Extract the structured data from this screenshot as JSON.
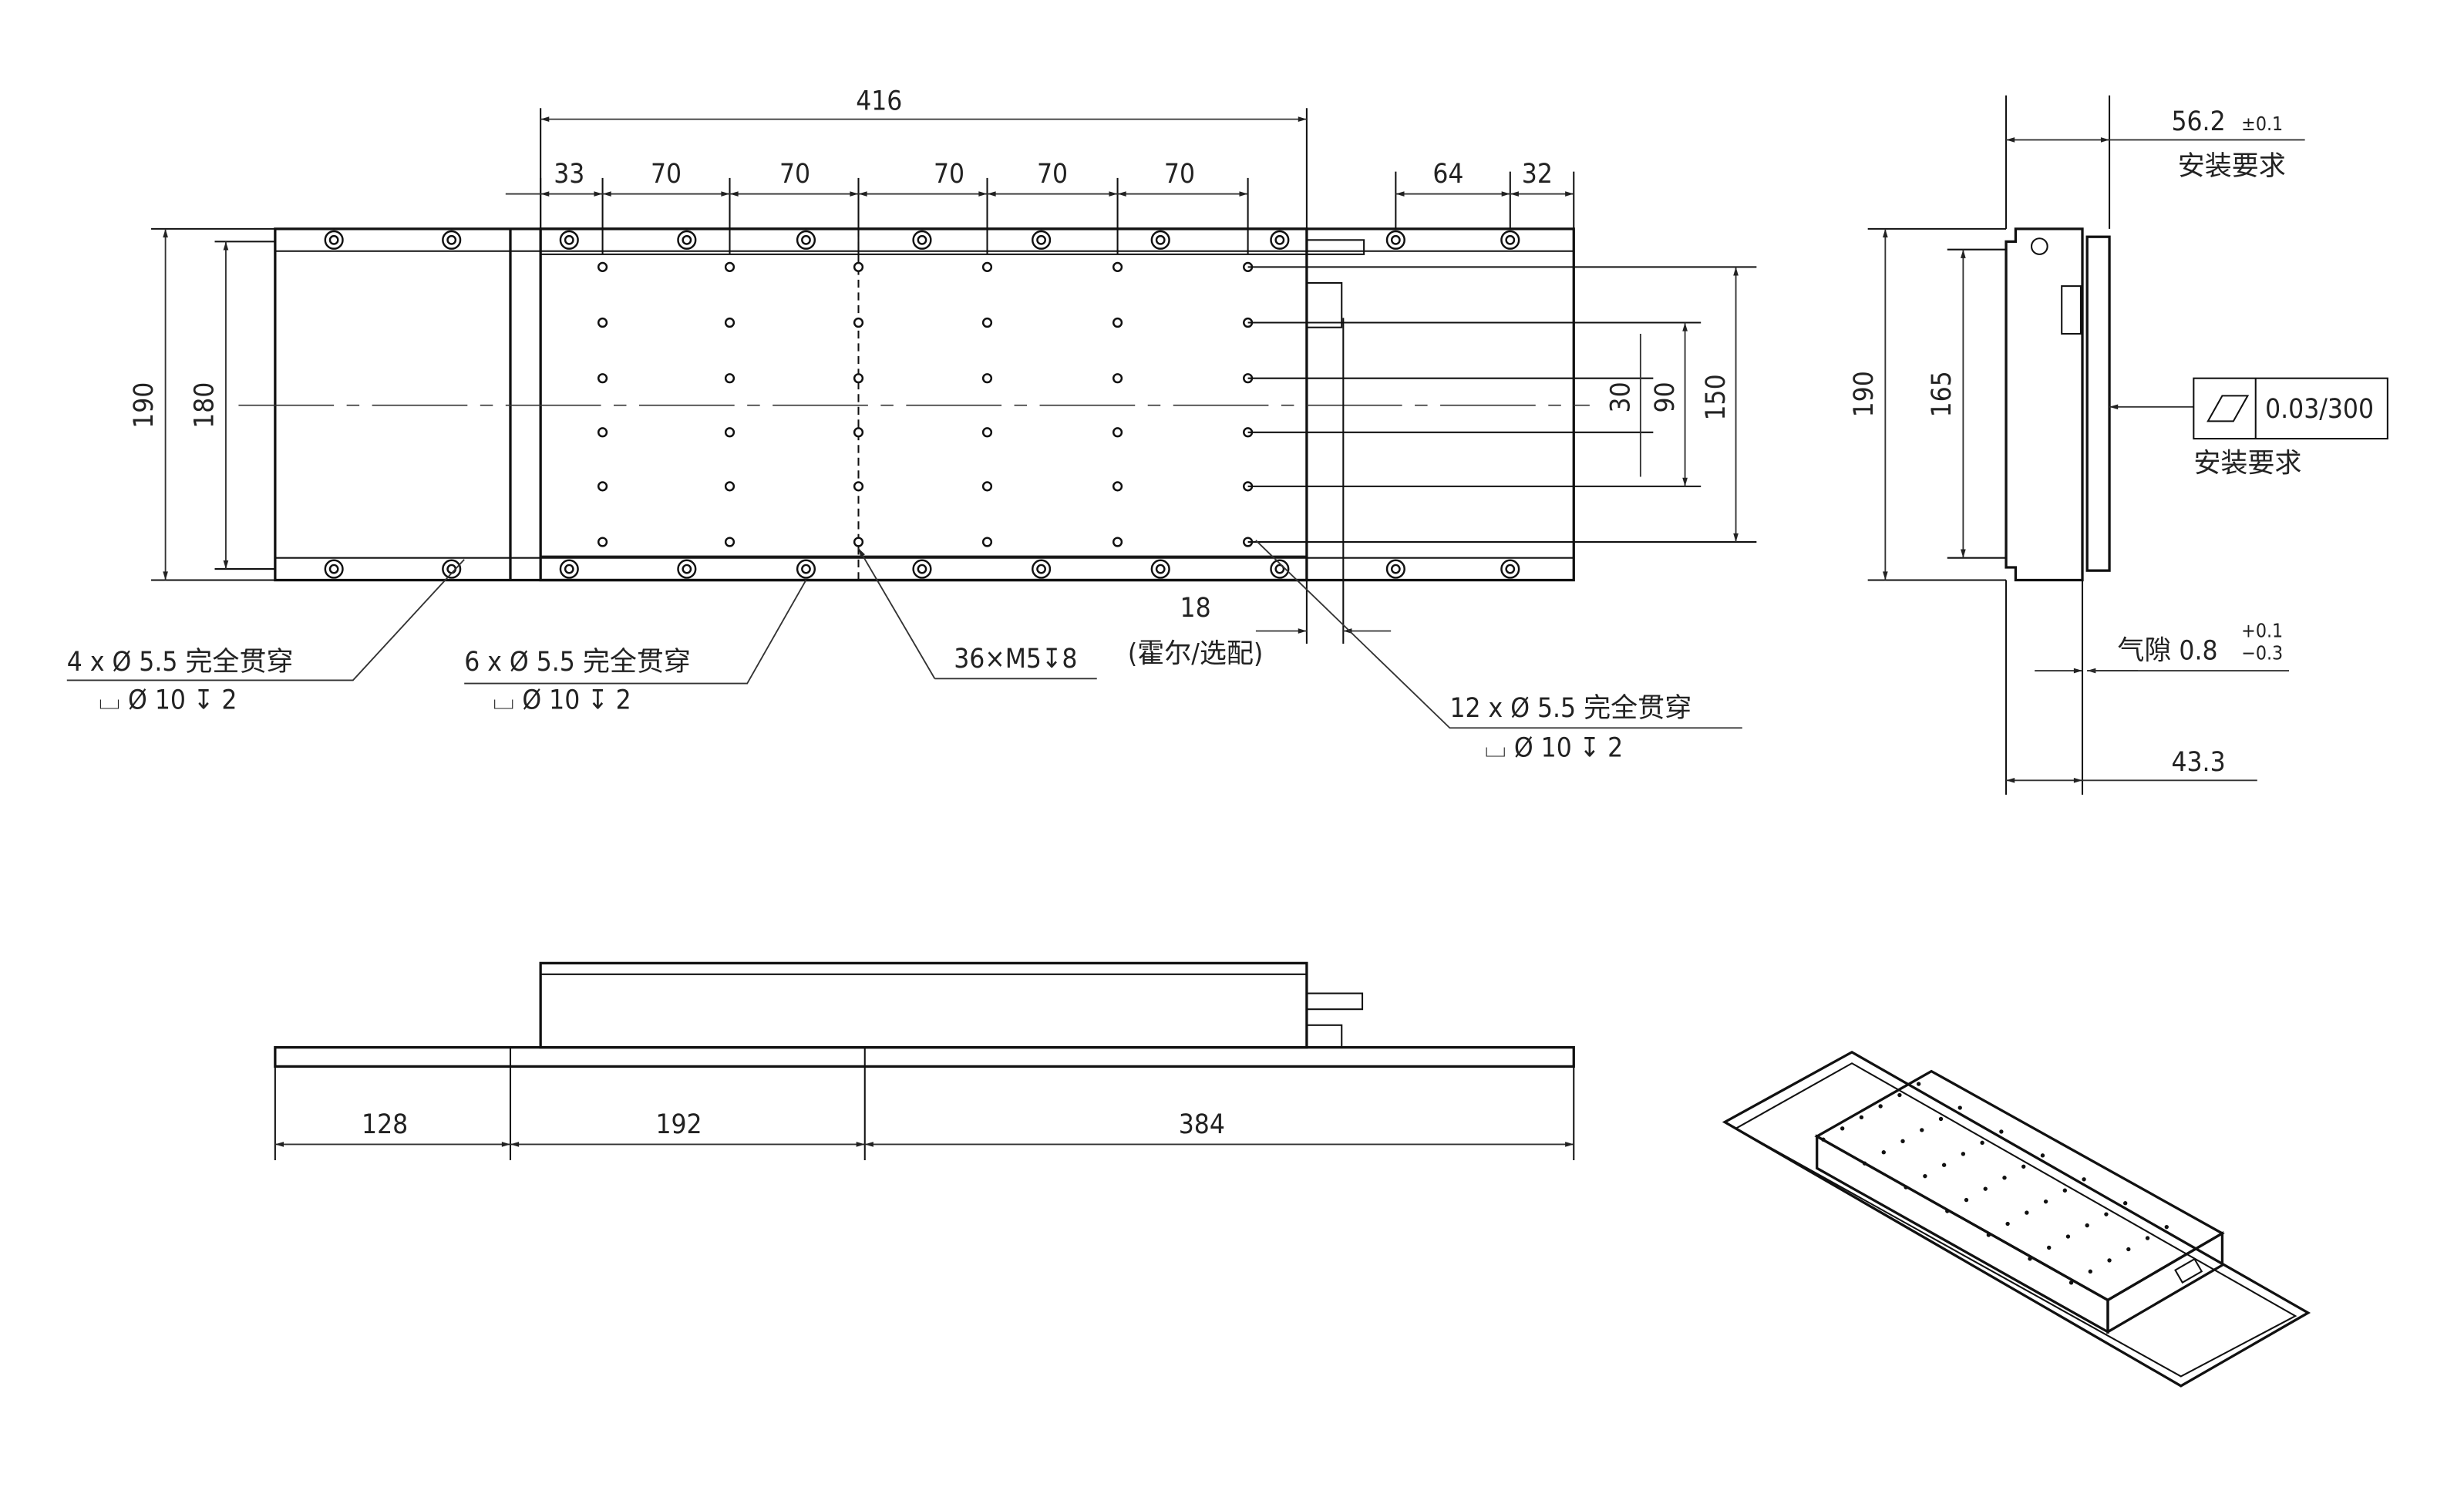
{
  "top_view": {
    "overall_length": "416",
    "pitch_first": "33",
    "pitches": [
      "70",
      "70",
      "70",
      "70",
      "70"
    ],
    "right_dims": [
      "64",
      "32"
    ],
    "height_outer": "190",
    "height_inner": "180",
    "vertical_dims": [
      "30",
      "90",
      "150"
    ],
    "hall_offset": "18",
    "hall_note": "(霍尔/选配)",
    "thread_note": "36×M5↧8",
    "callout_left": {
      "top": "4 x Ø 5.5 完全贯穿",
      "bottom": "⌴ Ø 10 ↧ 2"
    },
    "callout_mid": {
      "top": "6 x Ø 5.5 完全贯穿",
      "bottom": "⌴ Ø 10 ↧ 2"
    },
    "callout_right": {
      "top": "12 x Ø 5.5 完全贯穿",
      "bottom": "⌴ Ø 10 ↧ 2"
    }
  },
  "side_view": {
    "segments": [
      "128",
      "192",
      "384"
    ]
  },
  "end_view": {
    "width_total": "56.2",
    "width_tol": "±0.1",
    "install_req": "安装要求",
    "height_outer": "190",
    "height_inner": "165",
    "parallelism_value": "0.03/300",
    "parallelism_note": "安装要求",
    "air_gap_label": "气隙 0.8",
    "air_gap_tol_plus": "+0.1",
    "air_gap_tol_minus": "−0.3",
    "base_width": "43.3"
  }
}
